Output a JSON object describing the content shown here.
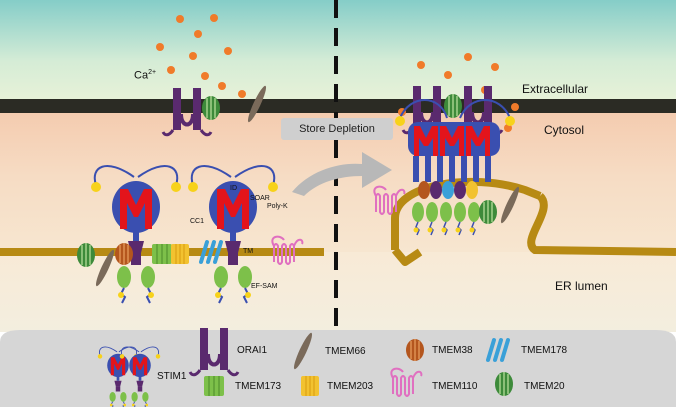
{
  "regions": {
    "extracellular": "Extracellular",
    "cytosol": "Cytosol",
    "er_lumen": "ER lumen"
  },
  "ion": {
    "label": "Ca",
    "superscript": "2+"
  },
  "action": {
    "label": "Store Depletion"
  },
  "stim1_domains": {
    "id": "ID",
    "soar": "SOAR",
    "poly_k": "Poly-K",
    "cc1": "CC1",
    "tm": "TM",
    "ef_sam": "EF-SAM",
    "m": "M"
  },
  "legend": {
    "stim1": "STIM1",
    "orai1": "ORAI1",
    "tmem66": "TMEM66",
    "tmem38": "TMEM38",
    "tmem178": "TMEM178",
    "tmem173": "TMEM173",
    "tmem203": "TMEM203",
    "tmem110": "TMEM110",
    "tmem20": "TMEM20"
  },
  "colors": {
    "stim1_red": "#e3141b",
    "stim1_blue": "#3a4fb0",
    "orai1": "#5a2a6e",
    "tmem66": "#7a6a5a",
    "tmem38": "#b4561e",
    "tmem178": "#3aa0d8",
    "tmem173": "#7dc04a",
    "tmem203": "#f2c230",
    "tmem110": "#e070c0",
    "tmem20": "#3d8a3a",
    "membrane": "#2b2b24",
    "er_membrane": "#b78a14",
    "calcium": "#f07b2a"
  }
}
